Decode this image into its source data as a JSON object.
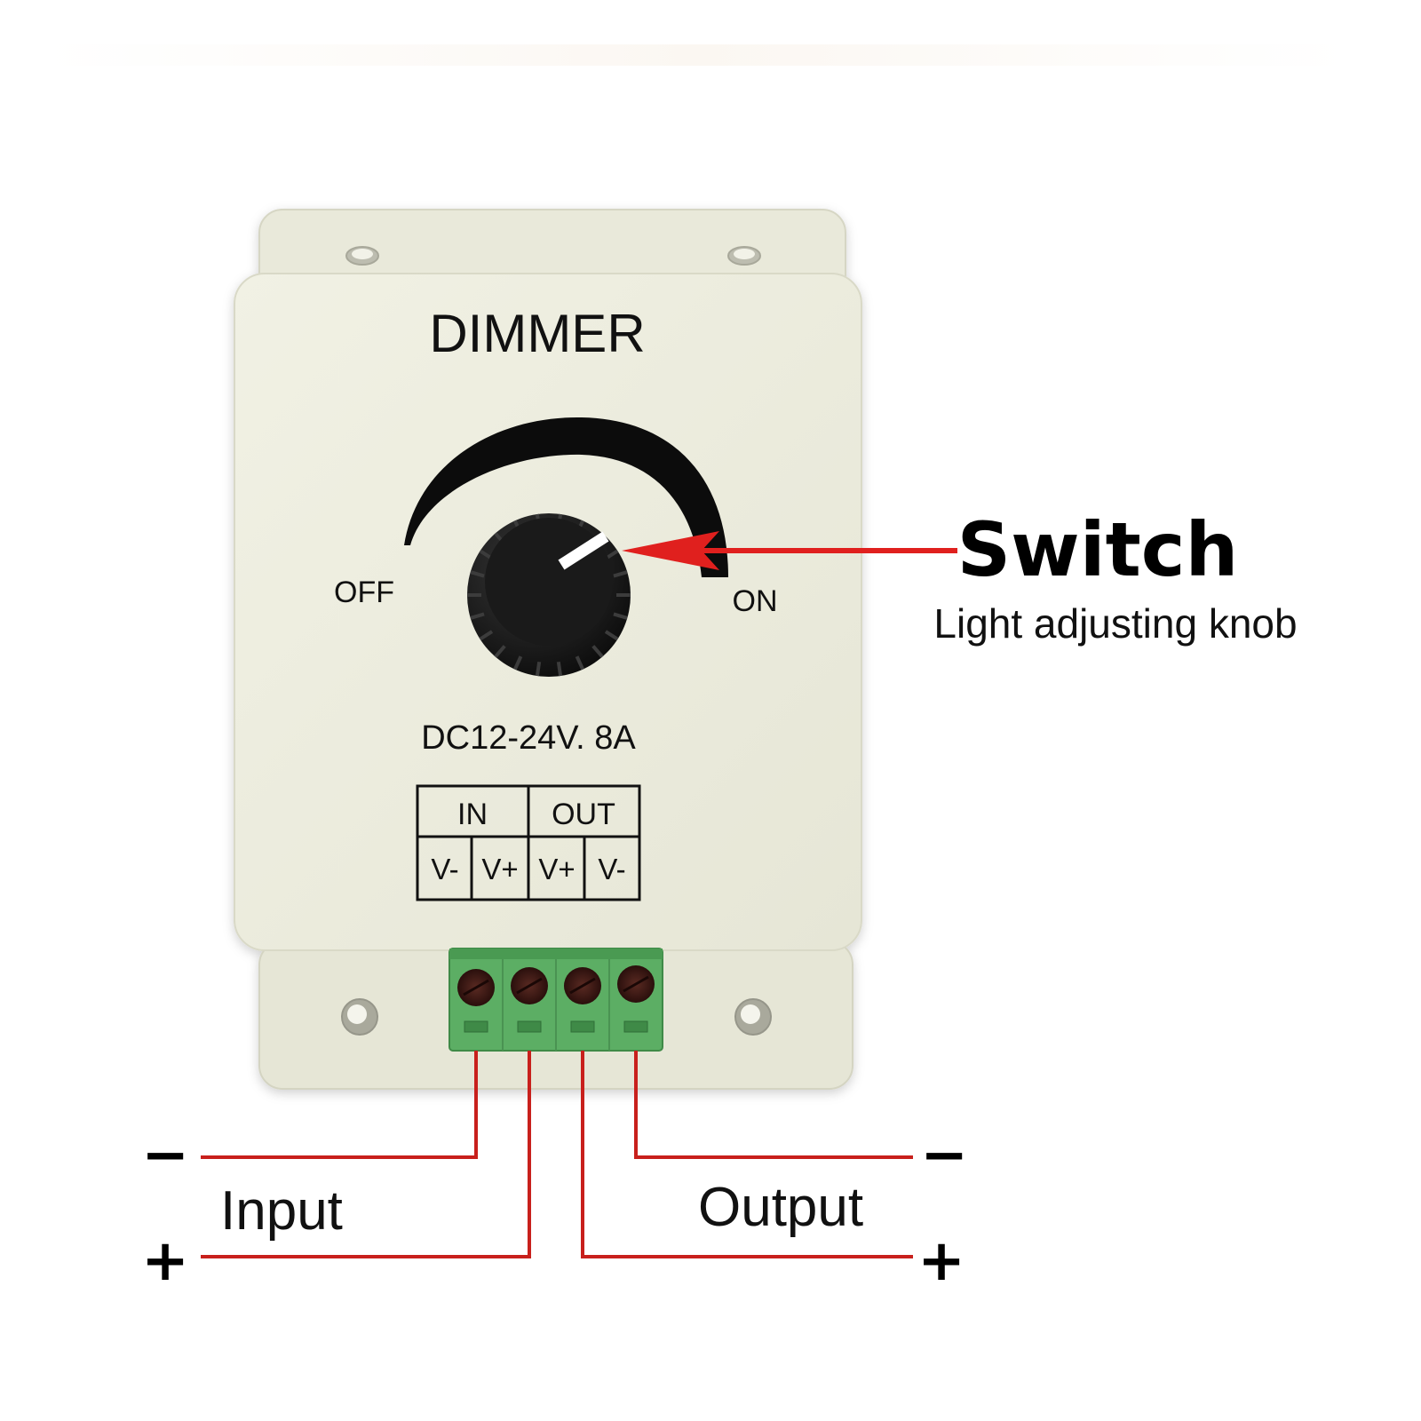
{
  "device": {
    "title": "DIMMER",
    "rating": "DC12-24V. 8A",
    "dial": {
      "off_label": "OFF",
      "on_label": "ON"
    },
    "terminal_table": {
      "groups": [
        "IN",
        "OUT"
      ],
      "pins": [
        "V-",
        "V+",
        "V+",
        "V-"
      ]
    },
    "colors": {
      "housing": "#eeeedf",
      "terminal_block": "#5cae64",
      "knob": "#1c1c1c",
      "wire": "#c8201c",
      "arrow": "#e0201e"
    }
  },
  "callout": {
    "title": "Switch",
    "subtitle": "Light adjusting knob"
  },
  "wiring": {
    "input_label": "Input",
    "output_label": "Output",
    "minus": "−",
    "plus": "+"
  }
}
